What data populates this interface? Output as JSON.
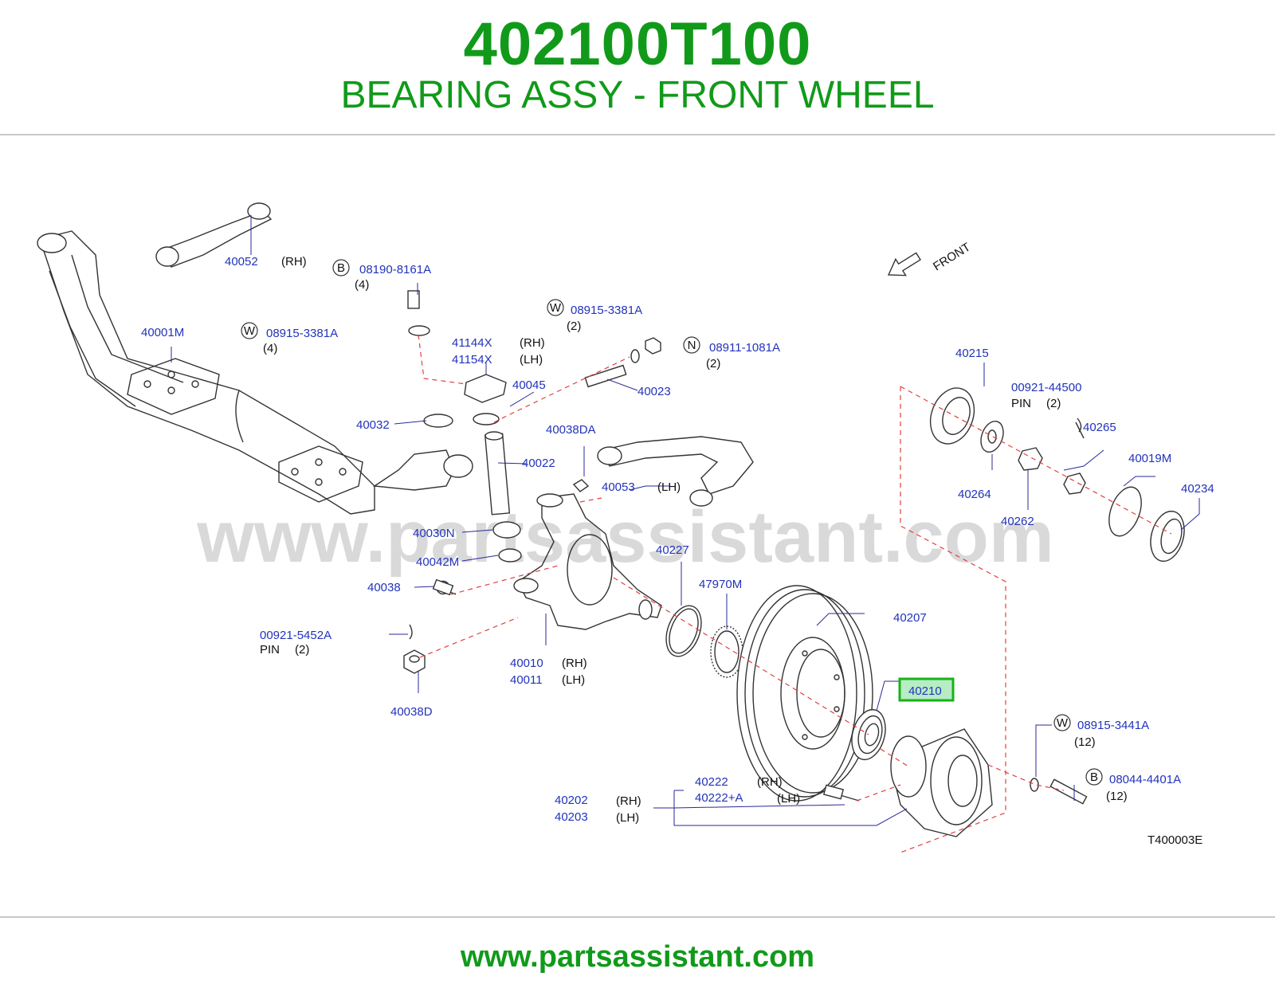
{
  "header": {
    "part_number": "402100T100",
    "title": "BEARING ASSY - FRONT WHEEL"
  },
  "watermark": "www.partsassistant.com",
  "footer": {
    "url": "www.partsassistant.com"
  },
  "diagram": {
    "code": "T400003E",
    "front_label": "FRONT",
    "highlighted_part": "40210",
    "labels": {
      "p40052": "40052",
      "p40052_side": "(RH)",
      "b_08190": "08190-8161A",
      "b_08190_qty": "(4)",
      "p40001M": "40001M",
      "w_08915a": "08915-3381A",
      "w_08915a_qty": "(4)",
      "p41144X": "41144X",
      "p41144X_side": "(RH)",
      "p41154X": "41154X",
      "p41154X_side": "(LH)",
      "w_08915b": "08915-3381A",
      "w_08915b_qty": "(2)",
      "n_08911": "08911-1081A",
      "n_08911_qty": "(2)",
      "p40045": "40045",
      "p40023": "40023",
      "p40032": "40032",
      "p40038DA": "40038DA",
      "p40022": "40022",
      "p40053": "40053",
      "p40053_side": "(LH)",
      "p40030N": "40030N",
      "p40042M": "40042M",
      "p40038": "40038",
      "p40227": "40227",
      "p47970M": "47970M",
      "p00921_5452A": "00921-5452A",
      "pin_a": "PIN",
      "pin_a_qty": "(2)",
      "p40038D": "40038D",
      "p40010": "40010",
      "p40010_side": "(RH)",
      "p40011": "40011",
      "p40011_side": "(LH)",
      "p40207": "40207",
      "p40210": "40210",
      "p40215": "40215",
      "p00921_44500": "00921-44500",
      "pin_b": "PIN",
      "pin_b_qty": "(2)",
      "p40265": "40265",
      "p40019M": "40019M",
      "p40234": "40234",
      "p40264": "40264",
      "p40262": "40262",
      "w_08915c": "08915-3441A",
      "w_08915c_qty": "(12)",
      "b_08044": "08044-4401A",
      "b_08044_qty": "(12)",
      "p40222": "40222",
      "p40222_side": "(RH)",
      "p40222A": "40222+A",
      "p40222A_side": "(LH)",
      "p40202": "40202",
      "p40202_side": "(RH)",
      "p40203": "40203",
      "p40203_side": "(LH)"
    },
    "symbols": {
      "bolt": "B",
      "washer": "W",
      "nut": "N"
    }
  }
}
